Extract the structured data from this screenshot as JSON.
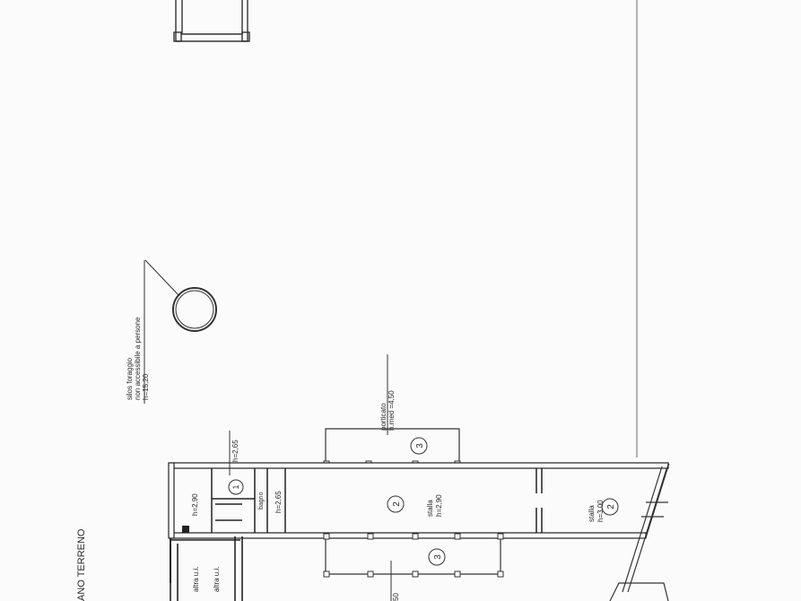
{
  "title": "ANO TERRENO",
  "silo": {
    "line1": "silos foraggio",
    "line2": "non accessibile a persone",
    "line3": "h=15,20"
  },
  "porticato_top": {
    "line1": "porticato",
    "line2": "h.med =4,50"
  },
  "numbers": {
    "n1": "1",
    "n2a": "2",
    "n2b": "2",
    "n3a": "3",
    "n3b": "3"
  },
  "heights": {
    "h1": "h=2,65",
    "h2": "h=2,65",
    "h3": "h=2,90"
  },
  "stalla_main": {
    "line1": "stalla",
    "line2": "h=2,90"
  },
  "stalla_right": {
    "line1": "stalla",
    "line2": "h=3,00"
  },
  "small_room": "bagno",
  "altra_ui": {
    "line1": "altra u.i.",
    "line2": "altra u.i."
  },
  "porticato_bottom": "50"
}
